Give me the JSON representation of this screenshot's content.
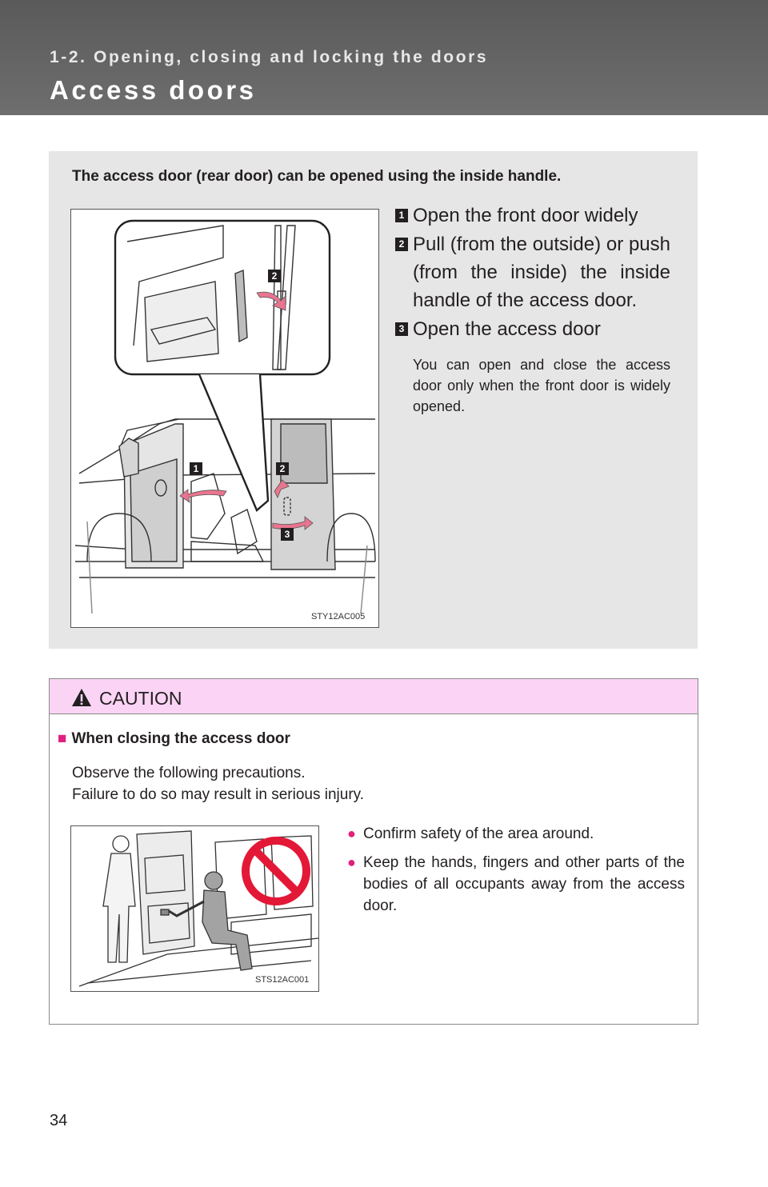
{
  "header": {
    "section": "1-2. Opening, closing and locking the doors",
    "title": "Access doors"
  },
  "intro": "The access door (rear door) can be opened using the inside handle.",
  "figure_main": {
    "code": "STY12AC005",
    "callouts": [
      "1",
      "2",
      "2",
      "3"
    ]
  },
  "steps": [
    {
      "num": "1",
      "text": "Open the front door widely"
    },
    {
      "num": "2",
      "text": "Pull (from the outside) or push (from the inside) the inside handle of the access door."
    },
    {
      "num": "3",
      "text": "Open the access door"
    }
  ],
  "note": "You can open and close the access door only when the front door is widely opened.",
  "caution": {
    "label": "CAUTION",
    "heading": "When closing the access door",
    "lines": [
      "Observe the following precautions.",
      "Failure to do so may result in serious injury."
    ],
    "bullets": [
      "Confirm safety of the area around.",
      "Keep the hands, fingers and other parts of the bodies of all occupants away from the access door."
    ],
    "figure_code": "STS12AC001"
  },
  "page_number": "34",
  "colors": {
    "header_bg": "#636363",
    "info_bg": "#e6e6e7",
    "caution_head_bg": "#fbd4f5",
    "accent_magenta": "#e0207e",
    "arrow_pink": "#e8758f",
    "prohibit_red": "#e31837"
  }
}
